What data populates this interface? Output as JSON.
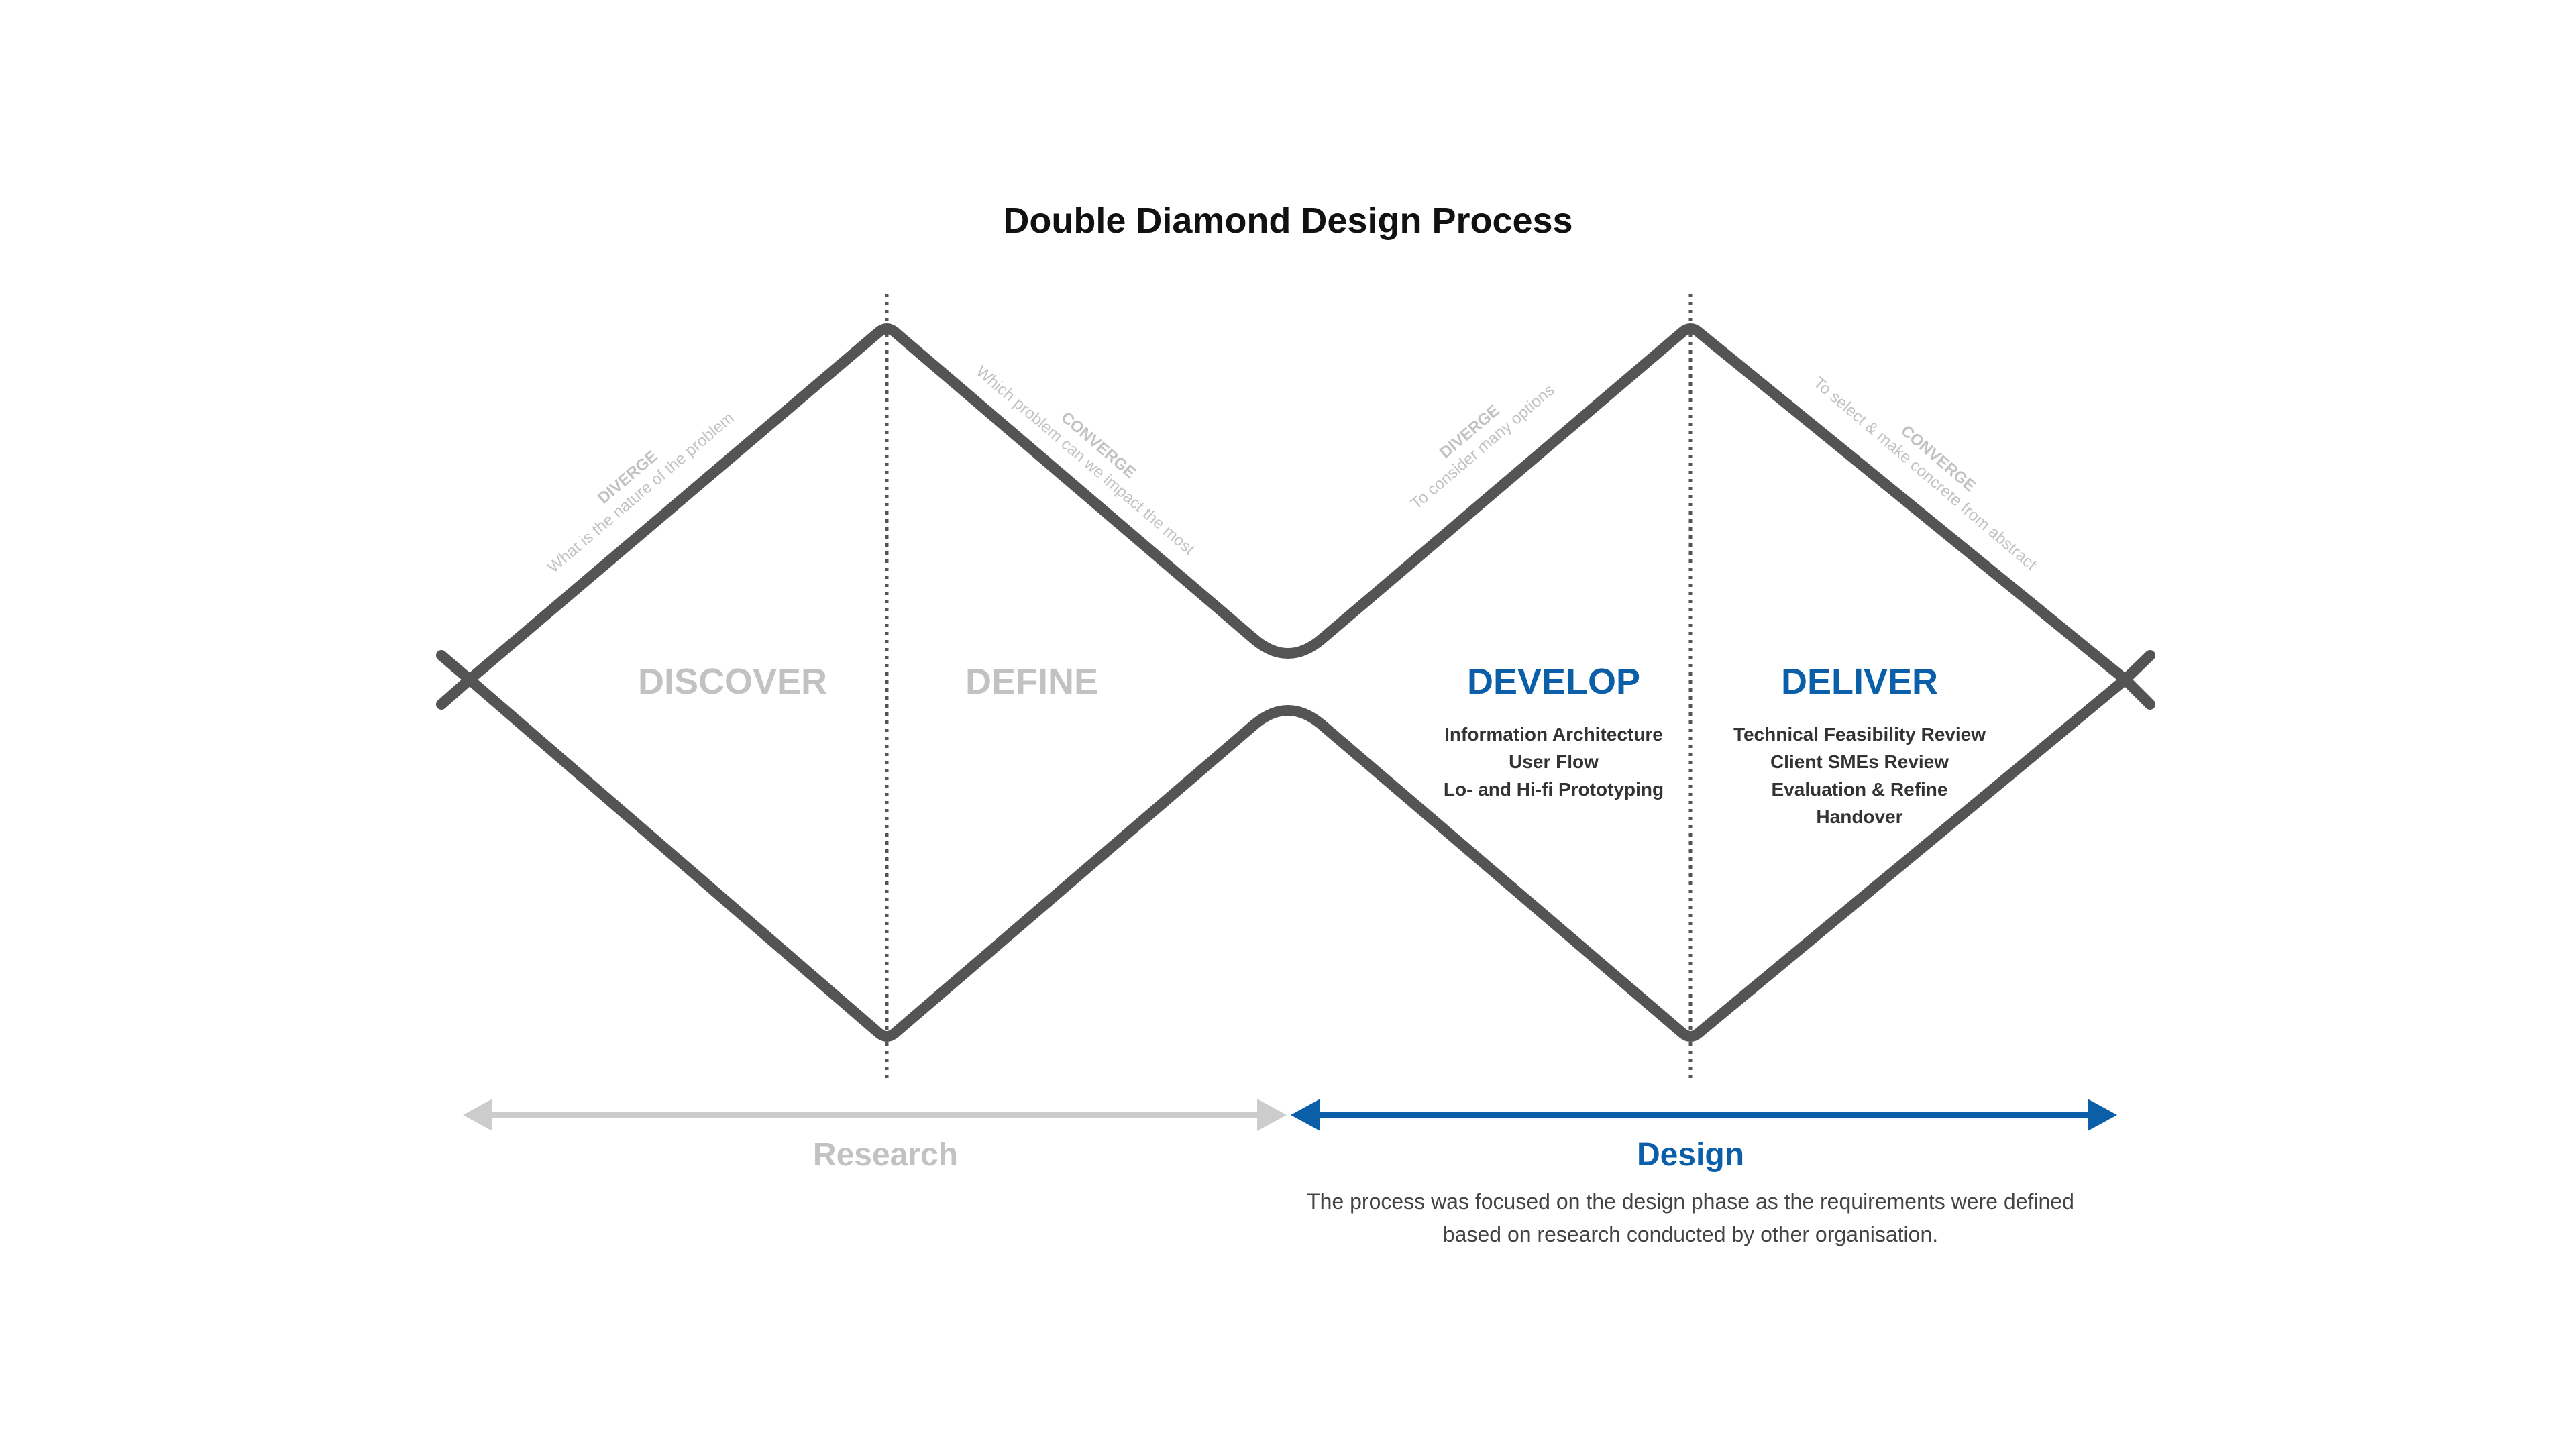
{
  "title": "Double Diamond Design Process",
  "colors": {
    "line": "#545454",
    "muted_text": "#c2c2c2",
    "accent": "#0a5fa8",
    "body_text": "#333333",
    "research_arrow": "#cccccc"
  },
  "phases": [
    {
      "name": "DISCOVER",
      "active": false,
      "items": []
    },
    {
      "name": "DEFINE",
      "active": false,
      "items": []
    },
    {
      "name": "DEVELOP",
      "active": true,
      "items": [
        "Information Architecture",
        "User Flow",
        "Lo- and Hi-fi Prototyping"
      ]
    },
    {
      "name": "DELIVER",
      "active": true,
      "items": [
        "Technical Feasibility Review",
        "Client SMEs Review",
        "Evaluation & Refine",
        "Handover"
      ]
    }
  ],
  "slope_labels": [
    {
      "mode": "DIVERGE",
      "text": "What is the nature of the problem"
    },
    {
      "mode": "CONVERGE",
      "text": "Which problem can we impact the most"
    },
    {
      "mode": "DIVERGE",
      "text": "To consider many options"
    },
    {
      "mode": "CONVERGE",
      "text": "To select & make concrete from abstract"
    }
  ],
  "stages": [
    {
      "label": "Research",
      "active": false
    },
    {
      "label": "Design",
      "active": true
    }
  ],
  "note_lines": [
    "The process was focused on the design phase as the requirements were defined",
    "based on research conducted by other organisation."
  ]
}
